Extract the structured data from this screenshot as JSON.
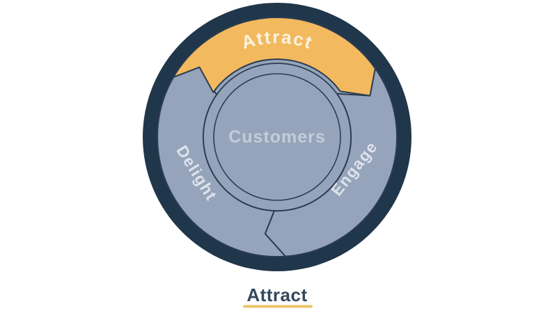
{
  "diagram": {
    "type": "flywheel",
    "center_label": "Customers",
    "segments": [
      {
        "label": "Attract",
        "position": "top",
        "highlighted": true,
        "color": "#F3B95F"
      },
      {
        "label": "Engage",
        "position": "bottom-right",
        "highlighted": false,
        "color": "#95A4BA"
      },
      {
        "label": "Delight",
        "position": "bottom-left",
        "highlighted": false,
        "color": "#95A4BA"
      }
    ],
    "colors": {
      "outer_ring": "#20364A",
      "wheel_fill": "#95A4BA",
      "hub_fill": "#95A4BA",
      "line_color": "#2B3D52",
      "center_label_text": "#C3CCDA",
      "segment_label_text": "#DEE3EC",
      "highlight_label_text": "#FAF3E0"
    }
  },
  "caption": {
    "label": "Attract",
    "text_color": "#34485E",
    "underline_color": "#ECC468"
  }
}
